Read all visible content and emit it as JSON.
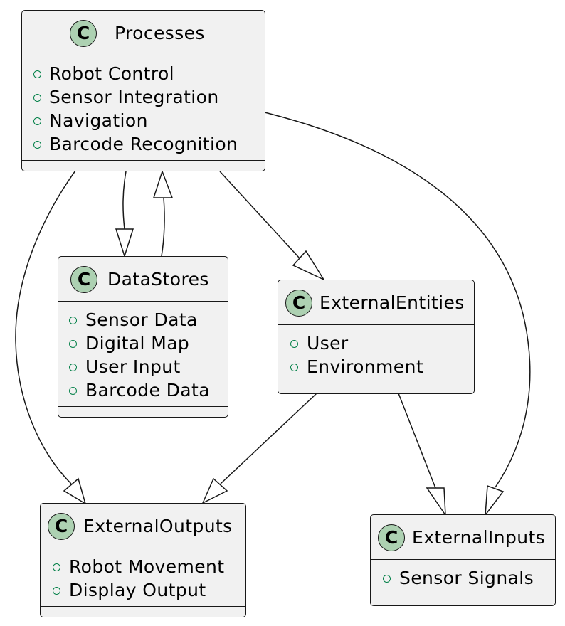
{
  "classes": {
    "processes": {
      "name": "Processes",
      "badge": "C",
      "attributes": [
        "Robot Control",
        "Sensor Integration",
        "Navigation",
        "Barcode Recognition"
      ]
    },
    "datastores": {
      "name": "DataStores",
      "badge": "C",
      "attributes": [
        "Sensor Data",
        "Digital Map",
        "User Input",
        "Barcode Data"
      ]
    },
    "external_entities": {
      "name": "ExternalEntities",
      "badge": "C",
      "attributes": [
        "User",
        "Environment"
      ]
    },
    "external_outputs": {
      "name": "ExternalOutputs",
      "badge": "C",
      "attributes": [
        "Robot Movement",
        "Display Output"
      ]
    },
    "external_inputs": {
      "name": "ExternalInputs",
      "badge": "C",
      "attributes": [
        "Sensor Signals"
      ]
    }
  },
  "relations": [
    {
      "from": "Processes",
      "to": "DataStores",
      "type": "extension"
    },
    {
      "from": "DataStores",
      "to": "Processes",
      "type": "extension"
    },
    {
      "from": "Processes",
      "to": "ExternalEntities",
      "type": "extension"
    },
    {
      "from": "Processes",
      "to": "ExternalOutputs",
      "type": "extension"
    },
    {
      "from": "Processes",
      "to": "ExternalInputs",
      "type": "extension"
    },
    {
      "from": "ExternalEntities",
      "to": "ExternalOutputs",
      "type": "extension"
    },
    {
      "from": "ExternalEntities",
      "to": "ExternalInputs",
      "type": "extension"
    }
  ],
  "colors": {
    "class_fill": "#f1f1f1",
    "border": "#181818",
    "badge_fill": "#add1b2",
    "visibility_marker": "#038048"
  }
}
